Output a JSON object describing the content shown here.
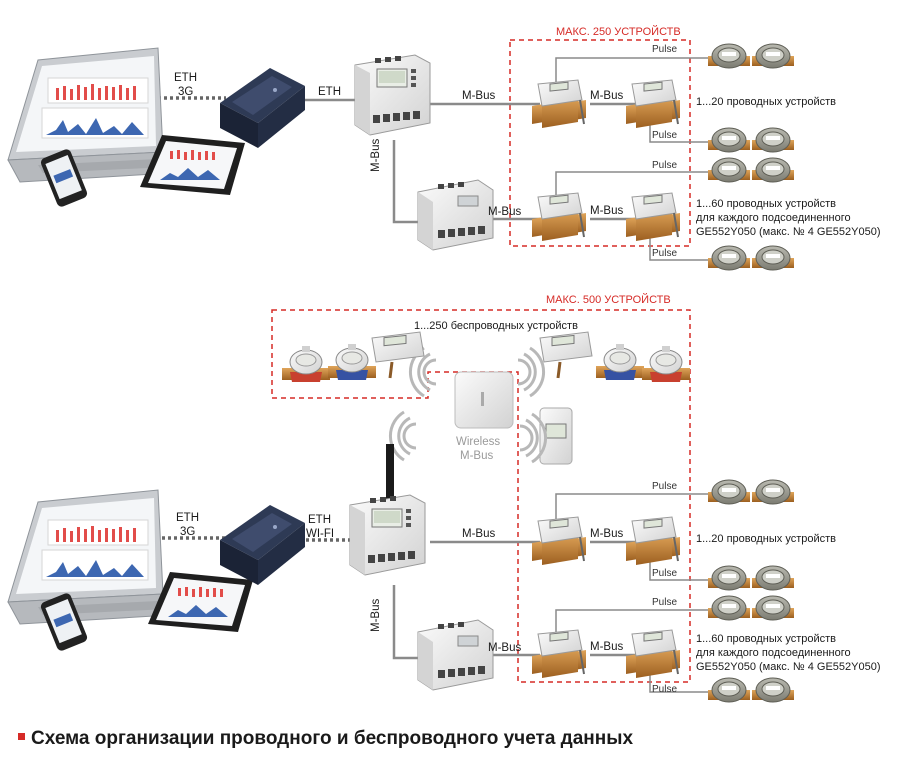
{
  "top": {
    "limit_label": "МАКС. 250 УСТРОЙСТВ",
    "eth_3g": [
      "ETH",
      "3G"
    ],
    "eth": "ETH",
    "mbus_main": "M-Bus",
    "mbus_vertical": "M-Bus",
    "mbus_lower": "M-Bus",
    "mbus_between_upper": "M-Bus",
    "mbus_between_lower": "M-Bus",
    "pulse": [
      "Pulse",
      "Pulse",
      "Pulse",
      "Pulse"
    ],
    "group1_desc": "1...20 проводных устройств",
    "group2_desc": [
      "1...60 проводных устройств",
      "для каждого подсоединенного",
      "GE552Y050 (макс. № 4 GE552Y050)"
    ]
  },
  "bottom": {
    "limit_label": "МАКС. 500 УСТРОЙСТВ",
    "wireless_desc": "1...250 беспроводных устройств",
    "wireless_mbus": [
      "Wireless",
      "M-Bus"
    ],
    "eth_3g": [
      "ETH",
      "3G"
    ],
    "eth_wifi": [
      "ETH",
      "WI-FI"
    ],
    "mbus_main": "M-Bus",
    "mbus_vertical": "M-Bus",
    "mbus_lower": "M-Bus",
    "mbus_between_upper": "M-Bus",
    "mbus_between_lower": "M-Bus",
    "pulse": [
      "Pulse",
      "Pulse",
      "Pulse",
      "Pulse"
    ],
    "group1_desc": "1...20 проводных устройств",
    "group2_desc": [
      "1...60 проводных устройств",
      "для каждого подсоединенного",
      "GE552Y050 (макс. № 4 GE552Y050)"
    ]
  },
  "caption": "Схема организации проводного и беспроводного учета данных",
  "colors": {
    "accent": "#d62b27",
    "line": "#8a8a8a",
    "text": "#1a1a1a"
  }
}
